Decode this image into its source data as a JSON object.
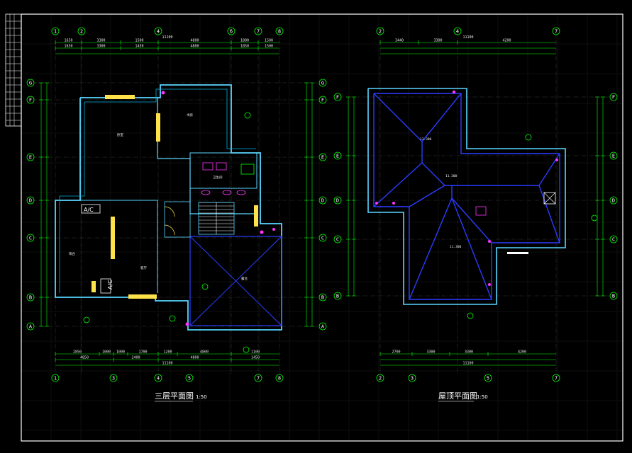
{
  "drawing": {
    "colors": {
      "background": "#000000",
      "grid": "#1c1c1c",
      "axis_line": "#3a3a3a",
      "dimension": "#00ff00",
      "wall": "#5ad6ff",
      "wall_inner": "#00b0e0",
      "roof": "#2a3cff",
      "door": "#ffe24a",
      "marker": "#ff33ff",
      "border": "#ffffff"
    },
    "plan_left": {
      "title": "三层平面图",
      "scale": "1:50",
      "axes_x": [
        "1",
        "2",
        "4",
        "6",
        "7",
        "8"
      ],
      "axes_x_bottom": [
        "1",
        "3",
        "4",
        "5",
        "7",
        "8"
      ],
      "axes_y": [
        "G",
        "F",
        "E",
        "D",
        "C",
        "B",
        "A"
      ],
      "dims_top_row1": [
        "1650",
        "3300",
        "1500",
        "4800",
        "1800",
        "1500"
      ],
      "dims_top_row2": [
        "1650",
        "3300",
        "1450",
        "4800",
        "1850",
        "1500"
      ],
      "dims_top_total": "11100",
      "dims_bottom_row1": [
        "2850",
        "1000",
        "1000",
        "1700",
        "1200",
        "4800",
        "1100"
      ],
      "dims_bottom_row2": [
        "4850",
        "2400",
        "4800",
        "1450"
      ],
      "dims_bottom_total": "11100",
      "ac_labels": [
        "A/C",
        "A/C"
      ],
      "rooms": [
        "卧室",
        "书房",
        "卫生间",
        "阳台",
        "露台",
        "客厅"
      ]
    },
    "plan_right": {
      "title": "屋顶平面图",
      "scale": "1:50",
      "axes_x": [
        "2",
        "4",
        "7"
      ],
      "axes_x_bottom": [
        "2",
        "3",
        "5",
        "7"
      ],
      "axes_y": [
        "F",
        "E",
        "D",
        "C",
        "B"
      ],
      "dims_top_row1": [
        "3440",
        "3300",
        "4200"
      ],
      "dims_top_total": "11100",
      "dims_bottom_row1": [
        "2700",
        "3300",
        "3300",
        "4200"
      ],
      "dims_bottom_total": "11100",
      "elevations": [
        "11.300",
        "11.300",
        "11.300"
      ]
    }
  }
}
